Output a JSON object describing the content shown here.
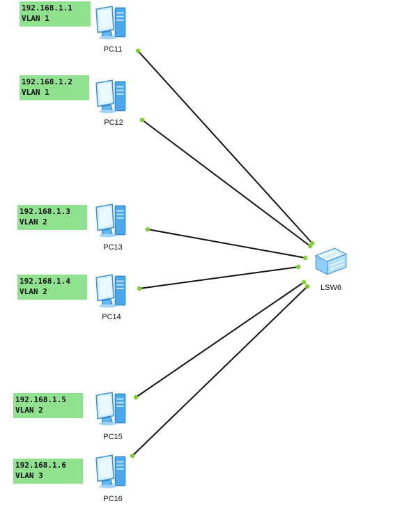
{
  "canvas": {
    "background": "#ffffff"
  },
  "colors": {
    "note_fill": "#8fe08f",
    "link": "#111111",
    "port": "#7ccf2e",
    "pc_screen": "#cfeeff",
    "pc_body": "#5fb9f2",
    "switch_body": "#a9dcfb"
  },
  "switch": {
    "name": "LSW6",
    "icon": "switch-icon"
  },
  "pcs": [
    {
      "name": "PC11",
      "ip": "192.168.1.1",
      "vlan": "VLAN 1",
      "icon": "pc-icon"
    },
    {
      "name": "PC12",
      "ip": "192.168.1.2",
      "vlan": "VLAN 1",
      "icon": "pc-icon"
    },
    {
      "name": "PC13",
      "ip": "192.168.1.3",
      "vlan": "VLAN 2",
      "icon": "pc-icon"
    },
    {
      "name": "PC14",
      "ip": "192.168.1.4",
      "vlan": "VLAN 2",
      "icon": "pc-icon"
    },
    {
      "name": "PC15",
      "ip": "192.168.1.5",
      "vlan": "VLAN 2",
      "icon": "pc-icon"
    },
    {
      "name": "PC16",
      "ip": "192.168.1.6",
      "vlan": "VLAN 3",
      "icon": "pc-icon"
    }
  ]
}
